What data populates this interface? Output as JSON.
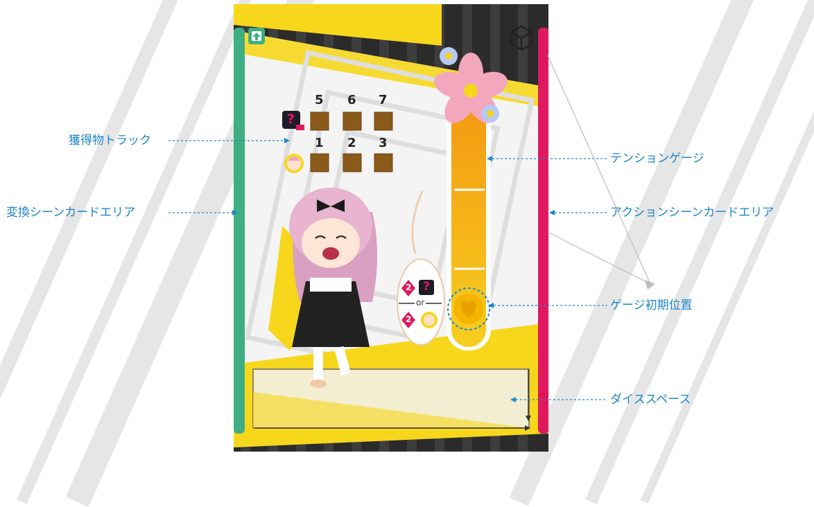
{
  "labels": {
    "acquisition_track": "獲得物トラック",
    "transform_card_area": "変換シーンカードエリア",
    "tension_gauge": "テンションゲージ",
    "action_card_area": "アクションシーンカードエリア",
    "gauge_initial": "ゲージ初期位置",
    "dice_space": "ダイススペース"
  },
  "board": {
    "track_top_numbers": [
      "5",
      "6",
      "7"
    ],
    "track_bottom_numbers": [
      "1",
      "2",
      "3"
    ],
    "mystery_mark": "?",
    "choice_count": "2",
    "or_text": "or"
  },
  "colors": {
    "accent": "#1c87c9",
    "left_area": "#3fae84",
    "right_area": "#e0195f",
    "gauge": "#f4a418",
    "board_yellow": "#f7d71c",
    "slot_brown": "#8a5a1b"
  },
  "icons": [
    "corner-arrow-icon",
    "dice-cube-icon",
    "flower-icon",
    "heart-marker-icon",
    "character-face-icon"
  ]
}
